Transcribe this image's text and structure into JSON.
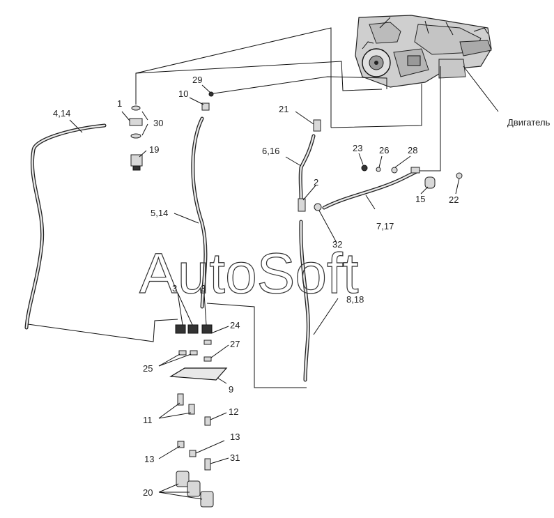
{
  "watermark": "AutoSoft",
  "engine_label": "Двигатель",
  "callouts": {
    "c_4_14": "4,14",
    "c_1": "1",
    "c_30": "30",
    "c_19": "19",
    "c_10": "10",
    "c_29": "29",
    "c_21": "21",
    "c_6_16": "6,16",
    "c_23": "23",
    "c_26": "26",
    "c_28": "28",
    "c_2": "2",
    "c_15": "15",
    "c_22": "22",
    "c_7_17": "7,17",
    "c_32": "32",
    "c_5_14": "5,14",
    "c_3a": "3",
    "c_3b": "3",
    "c_8_18": "8,18",
    "c_24": "24",
    "c_27": "27",
    "c_25": "25",
    "c_9": "9",
    "c_11": "11",
    "c_12": "12",
    "c_13a": "13",
    "c_13b": "13",
    "c_31": "31",
    "c_20": "20"
  }
}
